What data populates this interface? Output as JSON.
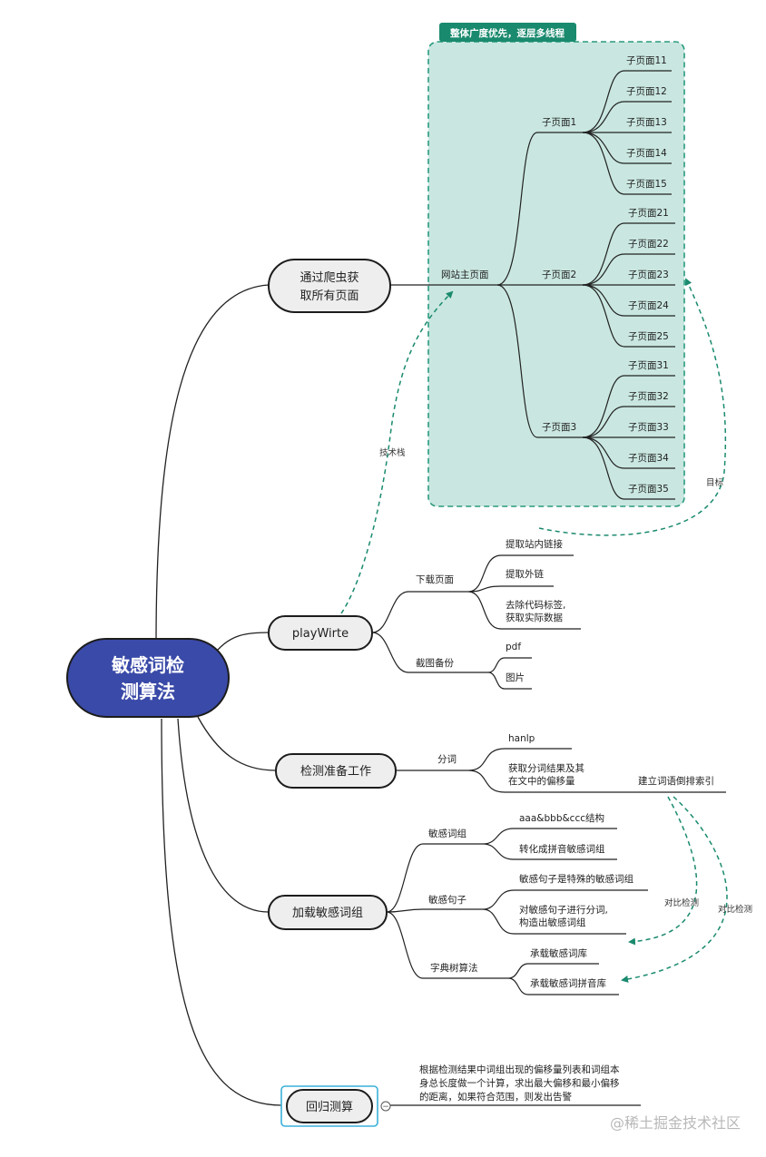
{
  "colors": {
    "root_fill": "#3a4aa8",
    "main_fill": "#eeeeee",
    "frame_fill": "#c9e7e0",
    "frame_stroke": "#2a9a7e",
    "label_bg": "#1a8a6e",
    "dash": "#1a8a6e",
    "selected_border": "#3ab0d8"
  },
  "root": {
    "line1": "敏感词检",
    "line2": "测算法"
  },
  "branches": {
    "crawl": {
      "line1": "通过爬虫获",
      "line2": "取所有页面",
      "frame_label": "整体广度优先，逐层多线程",
      "home": "网站主页面",
      "pages": [
        "子页面1",
        "子页面2",
        "子页面3"
      ],
      "sub1": [
        "子页面11",
        "子页面12",
        "子页面13",
        "子页面14",
        "子页面15"
      ],
      "sub2": [
        "子页面21",
        "子页面22",
        "子页面23",
        "子页面24",
        "子页面25"
      ],
      "sub3": [
        "子页面31",
        "子页面32",
        "子页面33",
        "子页面34",
        "子页面35"
      ]
    },
    "play": {
      "label": "playWirte",
      "download": "下载页面",
      "download_items": [
        "提取站内链接",
        "提取外链",
        "去除代码标签,",
        "获取实际数据"
      ],
      "screenshot": "截图备份",
      "screenshot_items": [
        "pdf",
        "图片"
      ]
    },
    "prep": {
      "label": "检测准备工作",
      "seg": "分词",
      "seg_items": [
        "hanlp",
        "获取分词结果及其",
        "在文中的偏移量"
      ],
      "index": "建立词语倒排索引"
    },
    "load": {
      "label": "加载敏感词组",
      "group": "敏感词组",
      "group_items": [
        "aaa&bbb&ccc结构",
        "转化成拼音敏感词组"
      ],
      "sentence": "敏感句子",
      "sentence_items": [
        "敏感句子是特殊的敏感词组",
        "对敏感句子进行分词,",
        "构造出敏感词组"
      ],
      "trie": "字典树算法",
      "trie_items": [
        "承载敏感词库",
        "承载敏感词拼音库"
      ]
    },
    "regress": {
      "label": "回归测算",
      "desc": [
        "根据检测结果中词组出现的偏移量列表和词组本",
        "身总长度做一个计算，求出最大偏移和最小偏移",
        "的距离，如果符合范围，则发出告警"
      ]
    }
  },
  "annotations": {
    "tech": "技术栈",
    "target": "目标",
    "compare1": "对比检测",
    "compare2": "对比检测",
    "watermark": "@稀土掘金技术社区",
    "collapse": "−"
  }
}
